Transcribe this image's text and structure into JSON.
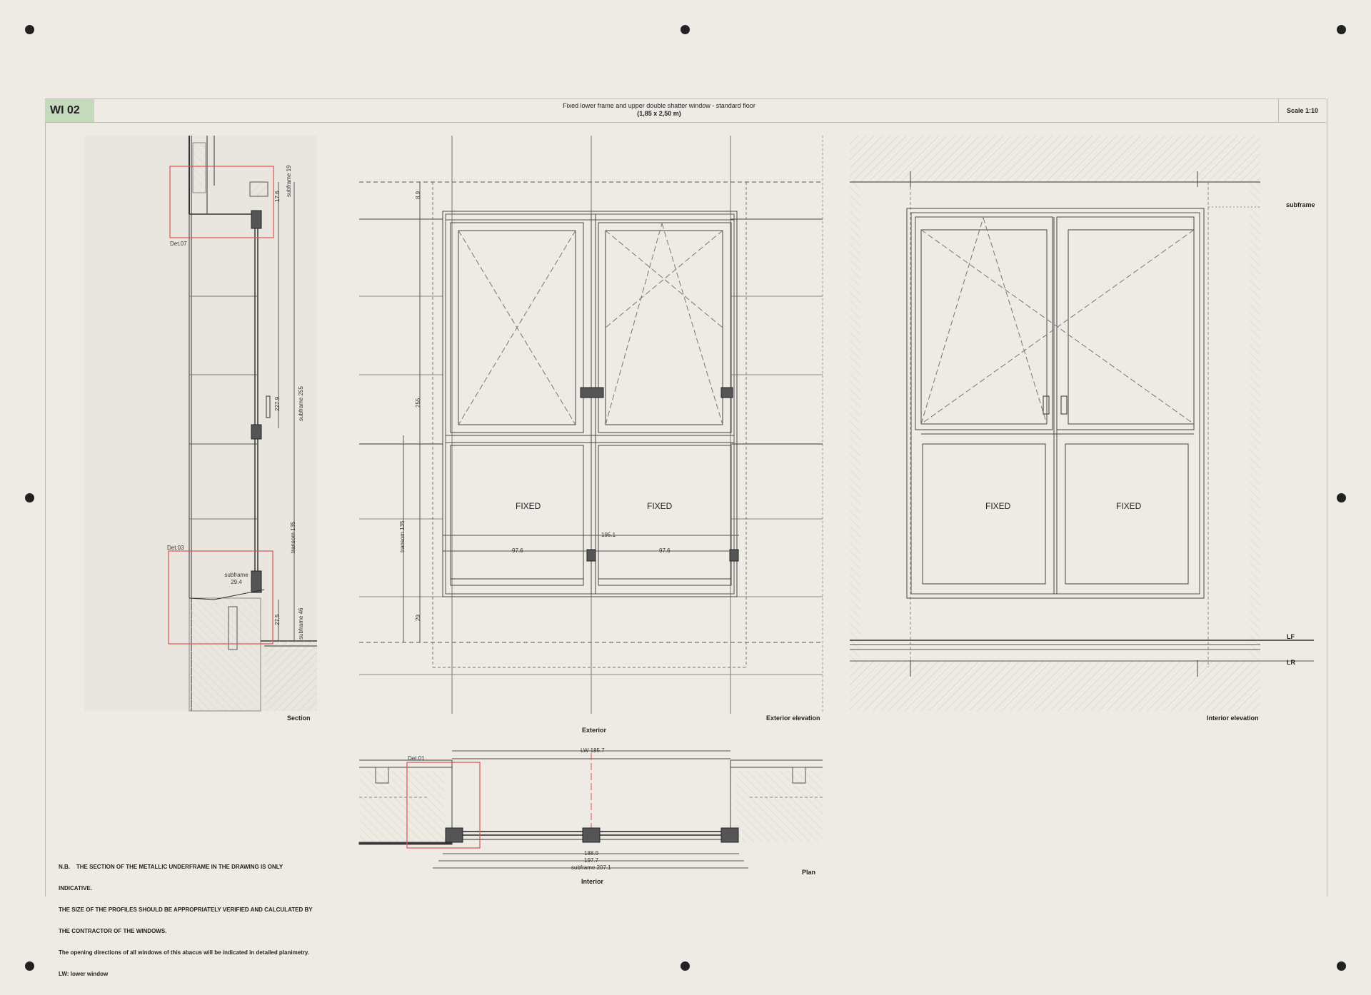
{
  "sheet": {
    "id": "WI 02",
    "title_line1": "Fixed lower frame and upper double shatter window - standard floor",
    "title_line2": "(1,85 x 2,50 m)",
    "scale": "Scale 1:10"
  },
  "views": {
    "section": "Section",
    "exterior_elevation": "Exterior elevation",
    "interior_elevation": "Interior elevation",
    "plan": "Plan",
    "exterior": "Exterior",
    "interior": "Interior"
  },
  "panels": {
    "fixed": "FIXED"
  },
  "details": {
    "det07": "Det.07",
    "det03": "Det.03",
    "det01": "Det.01"
  },
  "levels": {
    "subframe": "subframe",
    "lf": "LF",
    "lr": "LR"
  },
  "dimensions": {
    "sec_subframe_top": "subframe 19",
    "sec_17_6": "17.6",
    "sec_227_9": "227.9",
    "sec_subframe_255": "subframe 255",
    "sec_transom_135": "transom 135",
    "sec_subframe_29_4": "subframe 29.4",
    "sec_27_5": "27.5",
    "sec_subframe_46": "subframe 46",
    "ext_8_9": "8.9",
    "ext_255": "255",
    "ext_transom_135": "transom 135",
    "ext_29": "29",
    "ext_195_1": "195.1",
    "ext_97_6_left": "97.6",
    "ext_97_6_right": "97.6",
    "plan_lw": "LW 185.7",
    "plan_188_9": "188.9",
    "plan_197_7": "197.7",
    "plan_subframe": "subframe 207.1"
  },
  "notes": {
    "line1": "N.B.    THE SECTION OF THE METALLIC UNDERFRAME IN THE DRAWING IS ONLY",
    "line2": "INDICATIVE.",
    "line3": "THE SIZE OF THE PROFILES SHOULD BE APPROPRIATELY VERIFIED AND CALCULATED BY",
    "line4": "THE CONTRACTOR OF THE WINDOWS.",
    "line5": "The opening directions of all windows of this abacus will be indicated in detailed planimetry.",
    "line6": "LW: lower window"
  }
}
